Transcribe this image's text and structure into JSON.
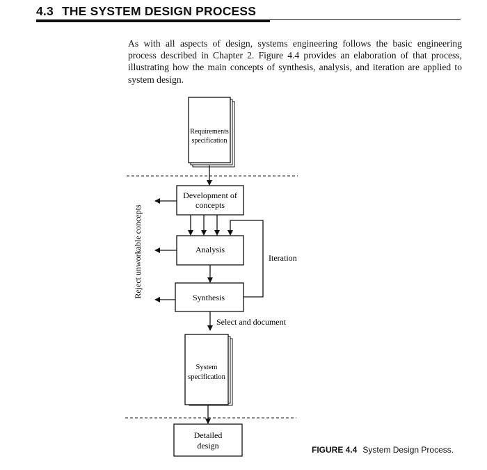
{
  "section": {
    "number": "4.3",
    "title": "THE SYSTEM DESIGN PROCESS"
  },
  "paragraph": "As with all aspects of design, systems engineering follows the basic engineering process described in Chapter 2. Figure 4.4 provides an elaboration of that process, illustrating how the main concepts of synthesis, analysis, and iteration are applied to system design.",
  "diagram": {
    "requirements_line1": "Requirements",
    "requirements_line2": "specification",
    "development_line1": "Development of",
    "development_line2": "concepts",
    "analysis": "Analysis",
    "synthesis": "Synthesis",
    "iteration": "Iteration",
    "select_document": "Select and document",
    "system_spec_line1": "System",
    "system_spec_line2": "specification",
    "detailed_line1": "Detailed",
    "detailed_line2": "design",
    "reject": "Reject unworkable concepts"
  },
  "caption": {
    "figure_label": "FIGURE 4.4",
    "text": "System Design Process."
  }
}
